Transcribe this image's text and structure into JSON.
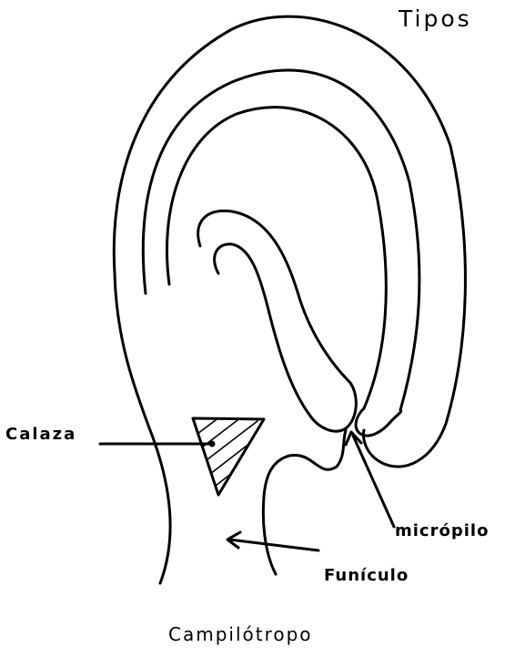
{
  "title": "Tipos",
  "labels": {
    "calaza": "Calaza",
    "micropilo": "micrópilo",
    "funiculo": "Funículo"
  },
  "caption": "Campilótropo"
}
